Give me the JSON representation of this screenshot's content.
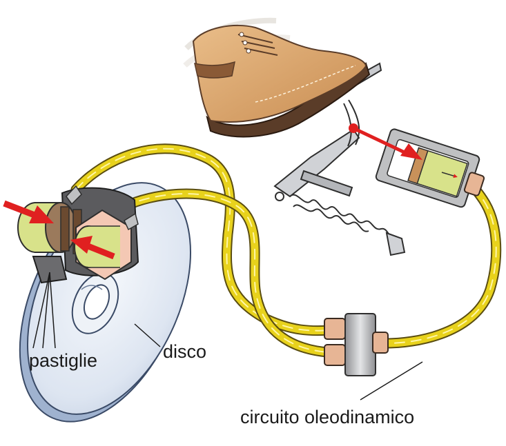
{
  "labels": {
    "pastiglie": "pastiglie",
    "disco": "disco",
    "circuito": "circuito oleodinamico"
  },
  "colors": {
    "pipe_yellow": "#e8d21c",
    "pipe_outline": "#5a4d10",
    "disc_blue": "#dce4f0",
    "boot_tan": "#d9a36a",
    "boot_sole": "#5a3c28",
    "arrow_red": "#e02020",
    "fluid_green": "#d8e28a",
    "metal_grey": "#bfc0c2",
    "piston_pink": "#f4c8b4"
  },
  "icons": [
    "boot-icon",
    "brake-pedal-icon",
    "spring-icon",
    "master-cylinder-icon",
    "caliper-icon",
    "brake-disc-icon",
    "splitter-icon",
    "force-arrow-icon"
  ]
}
